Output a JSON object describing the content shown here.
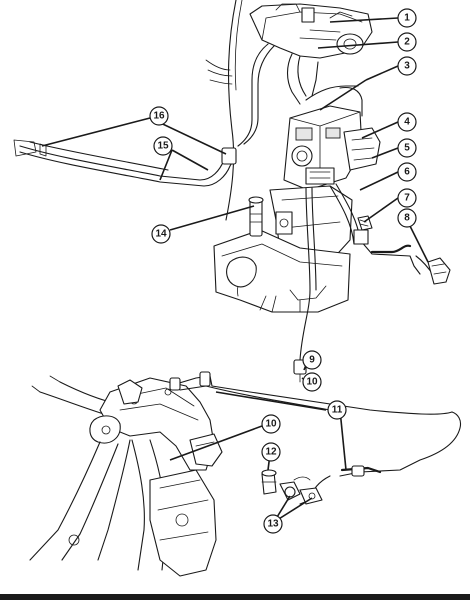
{
  "callouts": [
    {
      "number": "1"
    },
    {
      "number": "2"
    },
    {
      "number": "3"
    },
    {
      "number": "4"
    },
    {
      "number": "5"
    },
    {
      "number": "6"
    },
    {
      "number": "7"
    },
    {
      "number": "8"
    },
    {
      "number": "9"
    },
    {
      "number": "10"
    },
    {
      "number": "11"
    },
    {
      "number": "10"
    },
    {
      "number": "12"
    },
    {
      "number": "13"
    },
    {
      "number": "14"
    },
    {
      "number": "15"
    },
    {
      "number": "16"
    }
  ]
}
